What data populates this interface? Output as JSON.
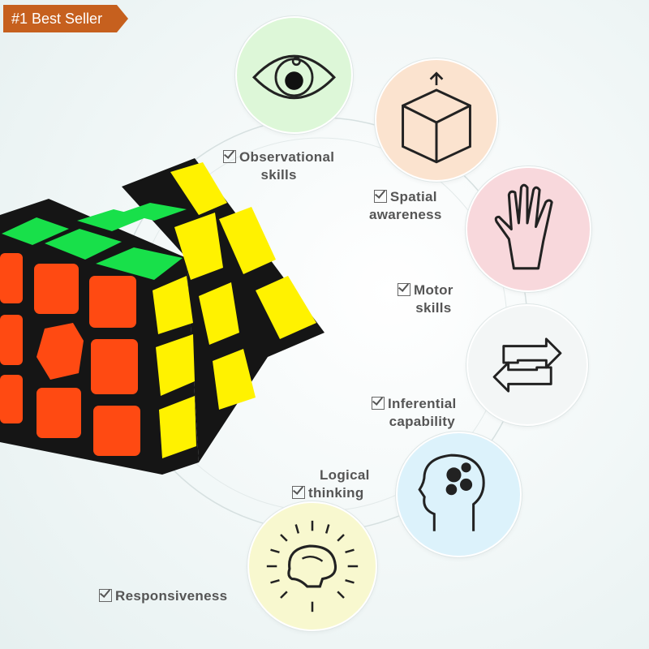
{
  "badge": {
    "label": "#1 Best Seller",
    "color": "#c6601e"
  },
  "product": {
    "name": "3x3 speed cube",
    "face_colors": [
      "#ff4a12",
      "#22e04a",
      "#fff200"
    ]
  },
  "skills": [
    {
      "lines": [
        "Observational",
        "skills"
      ],
      "icon": "eye-icon",
      "circle_color": "#ddf7d8"
    },
    {
      "lines": [
        "Spatial",
        "awareness"
      ],
      "icon": "cube-outline-icon",
      "circle_color": "#fbe3cf"
    },
    {
      "lines": [
        "Motor",
        "skills"
      ],
      "icon": "hand-icon",
      "circle_color": "#f8d8dc"
    },
    {
      "lines": [
        "Inferential",
        "capability"
      ],
      "icon": "cycle-arrows-icon",
      "circle_color": "#f3f6f6"
    },
    {
      "lines": [
        "Logical",
        "thinking"
      ],
      "icon": "head-gears-icon",
      "circle_color": "#dcf2fb"
    },
    {
      "lines": [
        "Responsiveness"
      ],
      "icon": "brain-icon",
      "circle_color": "#f8f8cf"
    }
  ]
}
